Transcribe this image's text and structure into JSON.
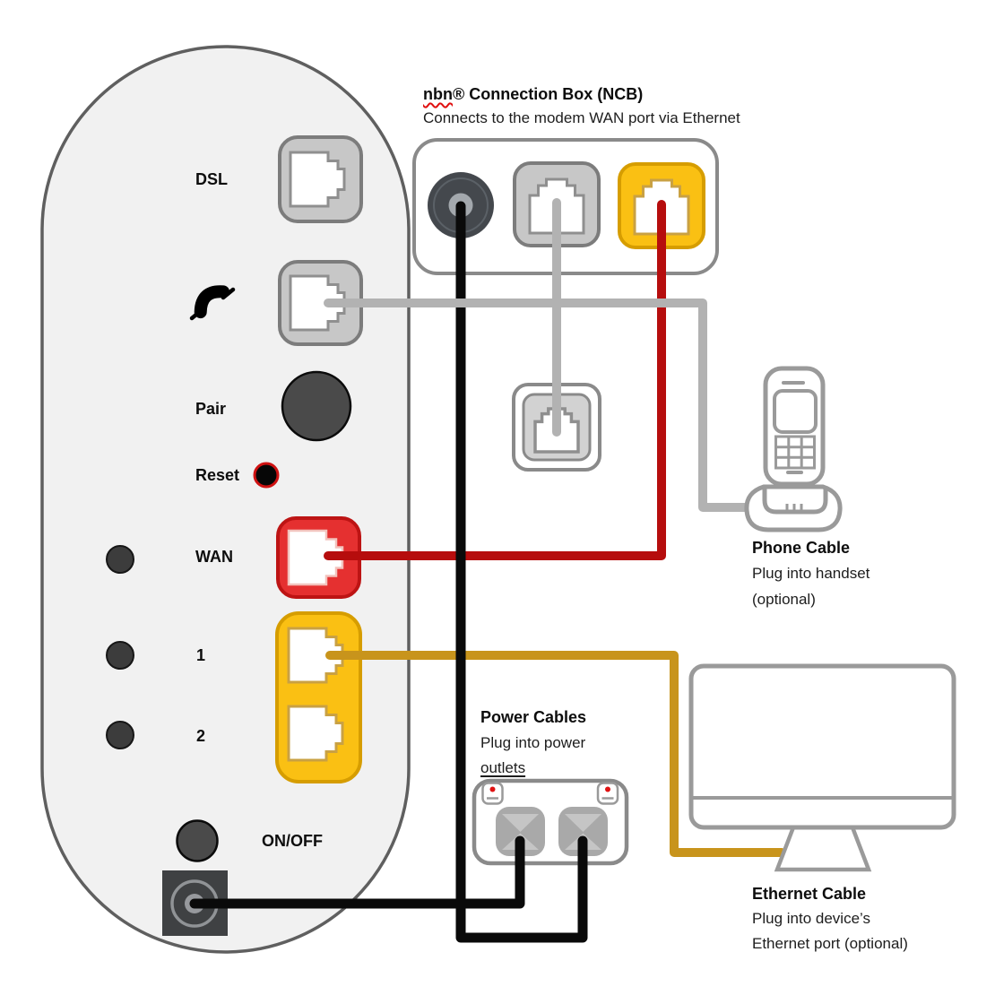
{
  "ncb": {
    "brand": "nbn",
    "title_rest": "® Connection Box (NCB)",
    "subtitle": "Connects to the modem WAN port via Ethernet"
  },
  "modem": {
    "labels": {
      "dsl": "DSL",
      "pair": "Pair",
      "reset": "Reset",
      "wan": "WAN",
      "lan1": "1",
      "lan2": "2",
      "power": "ON/OFF"
    }
  },
  "annotations": {
    "power": {
      "title": "Power Cables",
      "line1": "Plug into power",
      "line2": "outlets"
    },
    "phone": {
      "title": "Phone Cable",
      "line1": "Plug into handset",
      "line2": "(optional)"
    },
    "ethernet": {
      "title": "Ethernet Cable",
      "line1": "Plug into device’s",
      "line2": "Ethernet port (optional)"
    }
  },
  "icons": {
    "phone": "telephone-receiver"
  },
  "colors": {
    "modem_body": "#f1f1f1",
    "modem_outline": "#5f5f5f",
    "gray_port": "#c7c7c7",
    "red_port": "#e53030",
    "yellow_port": "#fac013",
    "red_cable": "#b60d0d",
    "yellow_cable": "#c8941c",
    "gray_cable": "#b2b2b2",
    "black_cable": "#0a0a0a",
    "device_outline": "#9a9a9a",
    "reset_ring": "#cf1212"
  }
}
